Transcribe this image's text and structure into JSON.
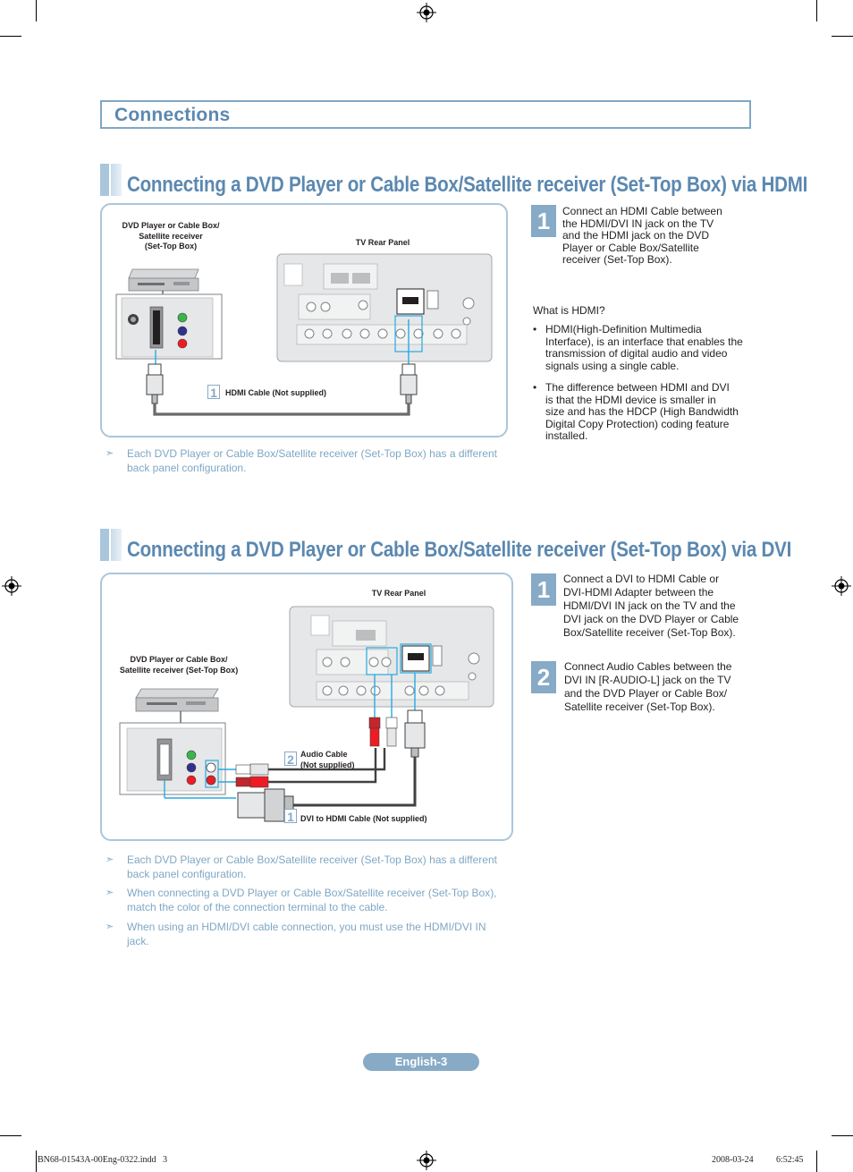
{
  "header": {
    "title": "Connections"
  },
  "section1": {
    "title": "Connecting a DVD Player or Cable Box/Satellite receiver (Set-Top Box) via HDMI",
    "diagram": {
      "device_label_lines": [
        "DVD Player or Cable Box/",
        "Satellite receiver",
        "(Set-Top Box)"
      ],
      "tv_label": "TV Rear Panel",
      "cable_num": "1",
      "cable_label": "HDMI Cable (Not supplied)"
    },
    "step1": {
      "num": "1",
      "lines": [
        "Connect an HDMI Cable between",
        "the HDMI/DVI IN jack on the TV",
        "and the HDMI jack on the DVD",
        "Player or Cable Box/Satellite",
        "receiver (Set-Top Box)."
      ]
    },
    "what_is": "What is HDMI?",
    "bullets": [
      {
        "lines": [
          "HDMI(High-Definition Multimedia",
          "Interface), is an interface that enables the",
          "transmission of digital audio and video",
          "signals using a single cable."
        ]
      },
      {
        "lines": [
          "The difference between HDMI and DVI",
          "is that the HDMI device is smaller in",
          "size and has the HDCP (High Bandwidth",
          "Digital Copy Protection) coding feature",
          "installed."
        ]
      }
    ],
    "notes": [
      {
        "lines": [
          "Each DVD Player or Cable Box/Satellite receiver (Set-Top Box) has a different",
          "back panel configuration."
        ]
      }
    ]
  },
  "section2": {
    "title": "Connecting a DVD Player or Cable Box/Satellite receiver (Set-Top Box) via DVI",
    "diagram": {
      "tv_label": "TV Rear Panel",
      "device_label_lines": [
        "DVD Player or Cable Box/",
        "Satellite receiver (Set-Top Box)"
      ],
      "audio_num": "2",
      "audio_label_lines": [
        "Audio Cable",
        "(Not supplied)"
      ],
      "dvi_num": "1",
      "dvi_label": "DVI to HDMI Cable (Not supplied)"
    },
    "step1": {
      "num": "1",
      "lines": [
        "Connect a DVI to HDMI Cable or",
        "DVI-HDMI Adapter between the",
        "HDMI/DVI IN jack on the TV and the",
        "DVI jack on the DVD Player or Cable",
        "Box/Satellite receiver (Set-Top Box)."
      ]
    },
    "step2": {
      "num": "2",
      "lines": [
        "Connect Audio Cables between the",
        "DVI IN [R-AUDIO-L] jack on the TV",
        "and the DVD Player or Cable Box/",
        "Satellite receiver (Set-Top Box)."
      ]
    },
    "notes": [
      {
        "lines": [
          "Each DVD Player or Cable Box/Satellite receiver (Set-Top Box) has a different",
          "back panel configuration."
        ]
      },
      {
        "lines": [
          "When connecting a DVD Player or Cable Box/Satellite receiver (Set-Top Box),",
          "match the color of the connection terminal to the cable."
        ]
      },
      {
        "lines": [
          "When using an HDMI/DVI cable connection, you must use the HDMI/DVI IN",
          "jack."
        ]
      }
    ]
  },
  "footer": {
    "page_label": "English-3",
    "file": "BN68-01543A-00Eng-0322.indd   3",
    "date": "2008-03-24",
    "time": "6:52:45"
  },
  "colors": {
    "accent": "#5b88b0",
    "step_bg": "#87aac6",
    "frame": "#a9c6dc",
    "note": "#7fa7c4"
  }
}
